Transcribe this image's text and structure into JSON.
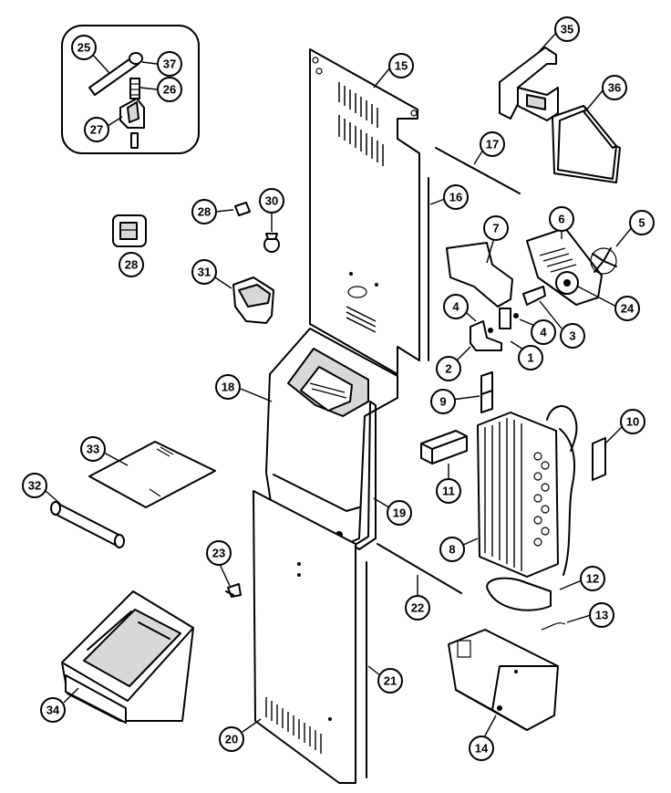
{
  "callouts": [
    {
      "id": "1",
      "text": "1"
    },
    {
      "id": "2",
      "text": "2"
    },
    {
      "id": "3",
      "text": "3"
    },
    {
      "id": "4a",
      "text": "4"
    },
    {
      "id": "4b",
      "text": "4"
    },
    {
      "id": "5",
      "text": "5"
    },
    {
      "id": "6",
      "text": "6"
    },
    {
      "id": "7",
      "text": "7"
    },
    {
      "id": "8",
      "text": "8"
    },
    {
      "id": "9",
      "text": "9"
    },
    {
      "id": "10",
      "text": "10"
    },
    {
      "id": "11",
      "text": "11"
    },
    {
      "id": "12",
      "text": "12"
    },
    {
      "id": "13",
      "text": "13"
    },
    {
      "id": "14",
      "text": "14"
    },
    {
      "id": "15",
      "text": "15"
    },
    {
      "id": "16",
      "text": "16"
    },
    {
      "id": "17",
      "text": "17"
    },
    {
      "id": "18",
      "text": "18"
    },
    {
      "id": "19",
      "text": "19"
    },
    {
      "id": "20",
      "text": "20"
    },
    {
      "id": "21",
      "text": "21"
    },
    {
      "id": "22",
      "text": "22"
    },
    {
      "id": "23",
      "text": "23"
    },
    {
      "id": "24",
      "text": "24"
    },
    {
      "id": "25",
      "text": "25"
    },
    {
      "id": "26",
      "text": "26"
    },
    {
      "id": "27",
      "text": "27"
    },
    {
      "id": "28a",
      "text": "28"
    },
    {
      "id": "28b",
      "text": "28"
    },
    {
      "id": "30",
      "text": "30"
    },
    {
      "id": "31",
      "text": "31"
    },
    {
      "id": "32",
      "text": "32"
    },
    {
      "id": "33",
      "text": "33"
    },
    {
      "id": "34",
      "text": "34"
    },
    {
      "id": "35",
      "text": "35"
    },
    {
      "id": "36",
      "text": "36"
    },
    {
      "id": "37",
      "text": "37"
    }
  ]
}
